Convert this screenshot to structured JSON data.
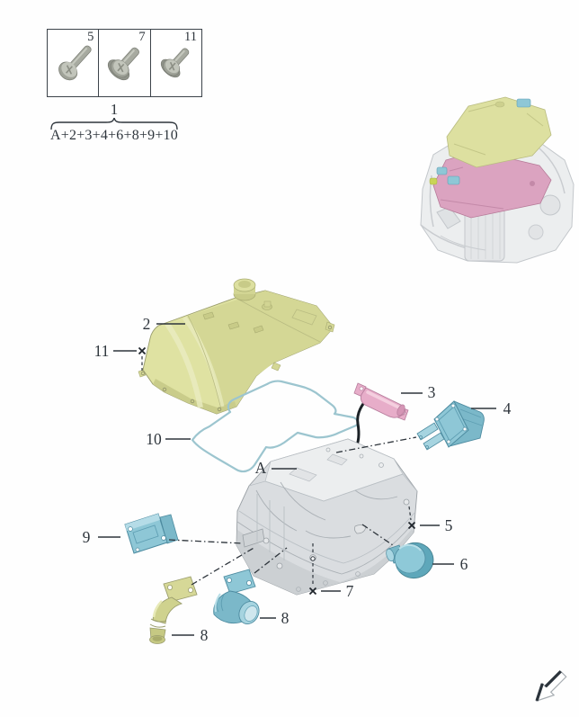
{
  "figure": {
    "fastener_table": {
      "cells": [
        {
          "label": "5"
        },
        {
          "label": "7"
        },
        {
          "label": "11"
        }
      ]
    },
    "group_callout": {
      "number": "1",
      "formula": "A+2+3+4+6+8+9+10"
    },
    "callouts": {
      "cover": "2",
      "bracket": "3",
      "connector_right": "4",
      "bolt_right": "5",
      "round_cap": "6",
      "bolt_front": "7",
      "elbow_left": "8",
      "elbow_right": "8",
      "connector_left": "9",
      "gasket": "10",
      "bolt_cover": "11",
      "assembly": "A"
    },
    "icons": {
      "direction_arrow": "arrow-down-left"
    },
    "colors": {
      "cover_yellow": "#dfe2a2",
      "gasket_blue": "#9cc5cf",
      "bracket_pink": "#e7adc9",
      "connector_cyan": "#8ec7d6",
      "housing_gray": "#dadde0",
      "locator_pink": "#dba3c0",
      "line": "#2e353c"
    }
  }
}
